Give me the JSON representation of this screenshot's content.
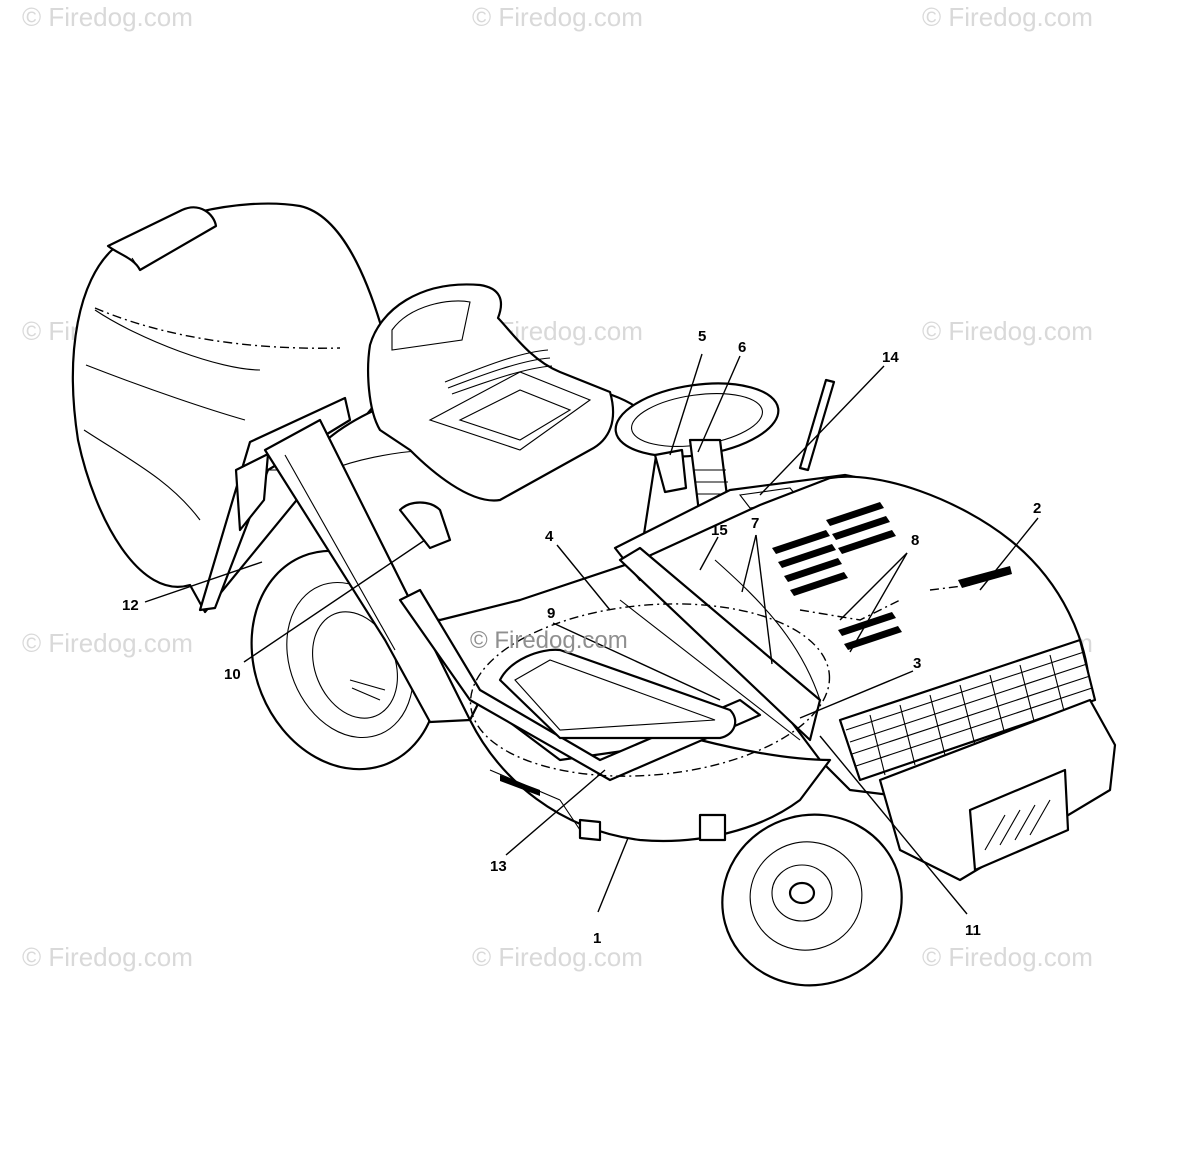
{
  "watermark": "© Firedog.com",
  "callouts": [
    "1",
    "2",
    "3",
    "4",
    "5",
    "6",
    "7",
    "8",
    "9",
    "10",
    "11",
    "12",
    "13",
    "14",
    "15"
  ],
  "colors": {
    "line": "#000000",
    "background": "#ffffff",
    "watermark": "#d9d9d9"
  }
}
